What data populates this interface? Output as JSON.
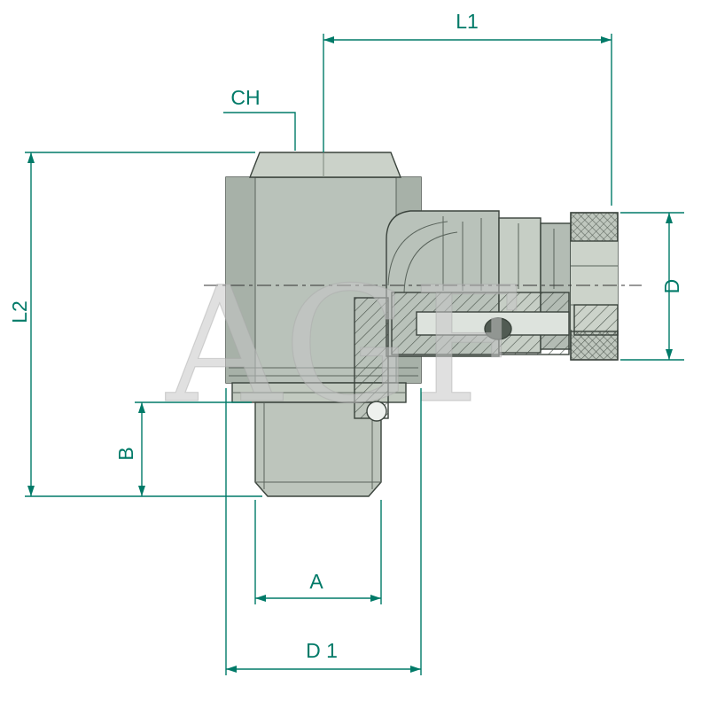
{
  "diagram": {
    "type": "technical-dimension-drawing",
    "subject": "90-degree elbow push-in fitting with male stud thread, sectional side view",
    "watermark": "AGF",
    "labels": {
      "L1": "L1",
      "CH": "CH",
      "L2": "L2",
      "B": "B",
      "D": "D",
      "A": "A",
      "D1": "D 1"
    },
    "colors": {
      "dimension_lines": "#007a68",
      "part_outline": "#3a433c",
      "part_fill": "#b9c2ba",
      "part_fill_light": "#cbd2c9",
      "part_fill_dark": "#a7b1a8",
      "hatch": "#49534b",
      "watermark_gray": "#c6c6c6",
      "background": "#ffffff"
    }
  }
}
